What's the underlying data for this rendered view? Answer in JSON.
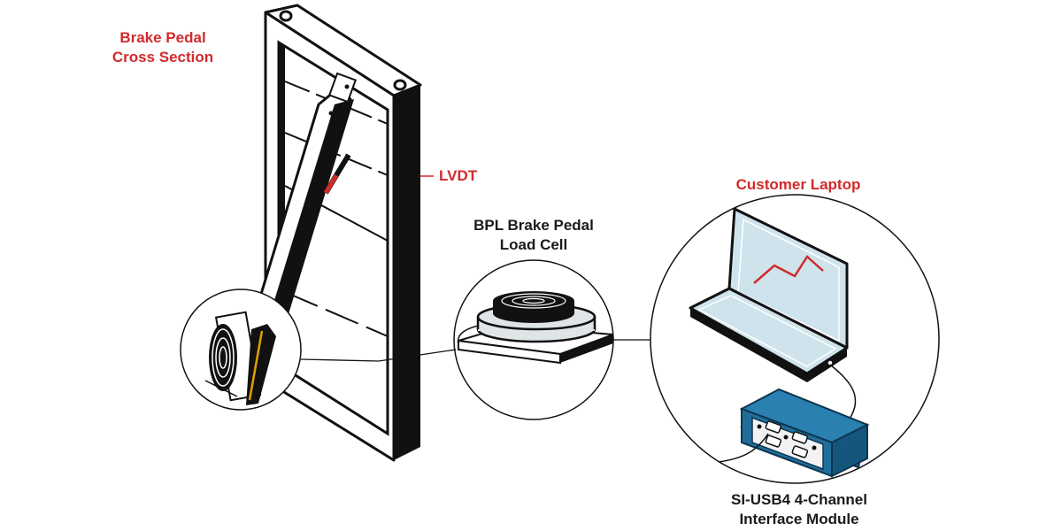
{
  "labels": {
    "brake_pedal_line1": "Brake Pedal",
    "brake_pedal_line2": "Cross Section",
    "lvdt": "LVDT",
    "load_cell_line1": "BPL Brake Pedal",
    "load_cell_line2": "Load Cell",
    "laptop": "Customer Laptop",
    "module_line1": "SI-USB4 4-Channel",
    "module_line2": "Interface Module"
  },
  "colors": {
    "label_red": "#d22a2a",
    "label_dark": "#1a1a1a",
    "module_blue": "#1f6e9a",
    "screen_fill": "#cfe3ec",
    "chart_line": "#d22a2a",
    "pedal_accent": "#e0a000",
    "lvdt_accent": "#d22a2a"
  }
}
